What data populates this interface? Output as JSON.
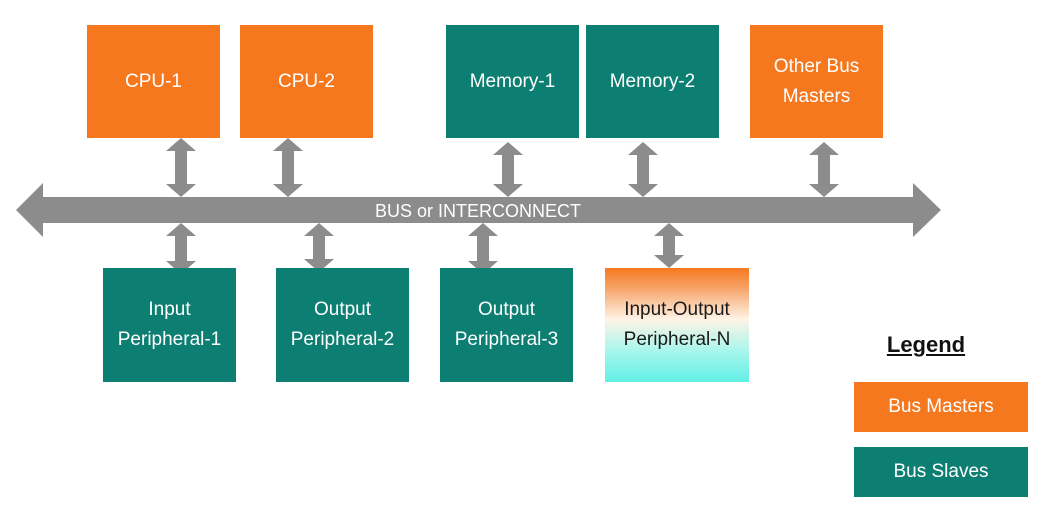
{
  "colors": {
    "bus_master": "#f5781f",
    "bus_slave": "#0d7f72",
    "bus": "#8c8c8c",
    "mixed_gradient_top": "#f5781f",
    "mixed_gradient_bottom": "#61efe6"
  },
  "bus": {
    "label": "BUS or INTERCONNECT"
  },
  "masters": [
    {
      "label": "CPU-1",
      "role": "master"
    },
    {
      "label": "CPU-2",
      "role": "master"
    },
    {
      "label": "Memory-1",
      "role": "slave"
    },
    {
      "label": "Memory-2",
      "role": "slave"
    },
    {
      "label": "Other Bus\nMasters",
      "role": "master"
    }
  ],
  "peripherals": [
    {
      "label": "Input\nPeripheral-1",
      "role": "slave"
    },
    {
      "label": "Output\nPeripheral-2",
      "role": "slave"
    },
    {
      "label": "Output\nPeripheral-3",
      "role": "slave"
    },
    {
      "label": "Input-Output\nPeripheral-N",
      "role": "mixed"
    }
  ],
  "legend": {
    "title": "Legend",
    "items": [
      {
        "label": "Bus Masters",
        "role": "master"
      },
      {
        "label": "Bus Slaves",
        "role": "slave"
      }
    ]
  }
}
